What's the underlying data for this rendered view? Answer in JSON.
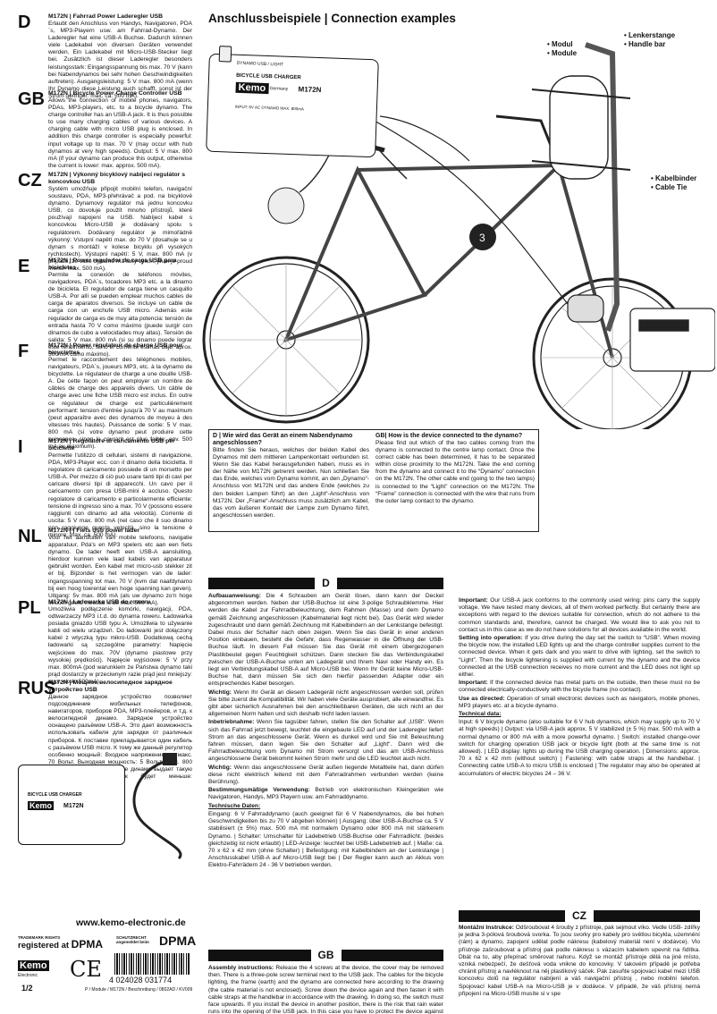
{
  "header": {
    "title": "Anschlussbeispiele | Connection examples"
  },
  "labels": {
    "modul_de": "• Modul",
    "modul_en": "• Module",
    "lenker_de": "• Lenkerstange",
    "lenker_en": "• Handle bar",
    "kabel_de": "• Kabelbinder",
    "kabel_en": "• Cable Tie"
  },
  "device": {
    "top": "DYNAMO USB / LIGHT",
    "name": "BICYCLE USB CHARGER",
    "brand": "Kemo",
    "country": "Germany",
    "model": "M172N",
    "specs": "INPUT: 6V AC DYNAMO   MAX. 800mA"
  },
  "languages": [
    {
      "code": "D",
      "title": "M172N | Fahrrad Power Laderegler USB",
      "body": "Erlaubt den Anschluss von Handys, Navigatoren, PDA´s, MP3-Playern usw. am Fahrrad-Dynamo. Der Laderegler hat eine USB-A Buchse. Dadurch können viele Ladekabel von diversen Geräten verwendet werden. Ein Ladekabel mit Micro-USB-Stecker liegt bei. Zusätzlich ist dieser Laderegler besonders leistungsstark: Eingangsspannung bis max. 70 V (kann bei Nabendynamos bei sehr hohen Geschwindigkeiten auftreten). Ausgangsleistung: 5 V max. 800 mA (wenn Ihr Dynamo diese Leistung auch schafft, sonst ist der Strom geringer: max. ca. 500 mA)."
    },
    {
      "code": "GB",
      "title": "M172N | Bicycle Power Charge Controller USB",
      "body": "Allows the connection of mobile phones, navigators, PDAs, MP3-players, etc. to a bicycle dynamo. The charge controller has an USB-A jack. It is thus possible to use many charging cables of various devices. A charging cable with micro USB plug is enclosed. In addition this charge controller is especially powerful: input voltage up to max. 70 V (may occur with hub dynamos at very high speeds). Output: 5 V max. 800 mA (if your dynamo can produce this output, otherwise the current is lower: max. approx. 500 mA)."
    },
    {
      "code": "CZ",
      "title": "M172N | Výkonný bicyklový nabíjecí regulátor s koncovkou USB",
      "body": "Systém umožňuje připojit mobilní telefon, navigační soustavu, PDA, MP3-přehrávač a pod. na bicyklové dynamo. Dynamový regulátor má jednu koncovku USB, co dovoluje použít mnoho přístrojů, které používají napojení na USB. Nabíjecí kabel s koncovkou Micro-USB je dodávaný spolu s regulátorem. Dodávaný regulátor je mimořádně výkonný: Vstupní napětí max. do 70 V (dosahuje se u dynam s montáží v kolese bicyklu při vysokých rychlostech). Výstupní napětí: 5 V, max. 800 mA (v případě, že vaše dynamo má taký výkon, jinak je proud menší- max. 500 mA)."
    },
    {
      "code": "E",
      "title": "M172N | Power regulador de carga USB para bicicletas",
      "body": "Permite la conexión de teléfonos móviles, navigadores, PDA´s, tocadores MP3 etc. a la dinamo de bicicleta. El regulador de carga tiene un casquillo USB-A. Por allí se pueden emplear muchos cables de carga de aparatos diversos. Se incluye un cable de carga con un enchufe USB micro. Además este regulador de carga es de muy alta potencia: tensión de entrada hasta 70 V como máximo (puede surgir con dinamos de cubo a velocidades muy altas). Tensión de salida: 5 V max. 800 mA (si su dinamo puede lograr este rendimiento, si no el corriente es más bajo: aprox. 500 mA como máximo)."
    },
    {
      "code": "F",
      "title": "M172N | Power régulateur de charge USB pour bicyclettes",
      "body": "Permet le raccordement des téléphones mobiles, navigateurs, PDA´s, joueurs MP3, etc. à la dynamo de bicyclette. Le régulateur de charge a une douille USB-A. De cette façon on peut employer un nombre de câbles de charge des appareils divers. Un câble de charge avec une fiche USB micro est inclus. En outre ce régulateur de charge est particulièrement performant: tension d'entrée jusqu'à 70 V au maximum (peut apparaître avec des dynamos de moyeu à des vitesses très hautes). Puissance de sortie: 5 V max. 800 mA (si votre dynamo peut produire cette puissance, sinon le courant est plus faible: env. 500 mA au maximum)."
    },
    {
      "code": "I",
      "title": "M172N | Regolatore di caricamento USB per biciclette",
      "body": "Permette l'utilizzo di cellulari, sistemi di navigazione, PDA, MP3-Player ecc. con il dinamo della bicicletta. Il regolatore di caricamento possiede di un morsetto per USB-A. Per mezzo di ciò può usare tanti tipi di cavi per caricare diversi tipi di apparecchi. Un cavo per il caricamento con presa USB-mini è accluso. Questo regolatore di caricamento e particolarmente efficiente: tensione di ingresso sino a max. 70 V (possono essere raggiunti con dinamo ad alta velocità). Corrente di uscita: 5 V max. 800 mA (nel caso che il suo dinamo non raggiunge questa velocità, sino la tensione è minore: max. ca. 500 mA)."
    },
    {
      "code": "NL",
      "title": "M172N | | Fiets Usb power lader",
      "body": "Voor het aansluiten van mobile telefoons, navigatie apparatuur, Pda's en MP3 spelers etc aan een fiets dynamo. De lader heeft een USB-A aansluiting, hierdoor kunnen vele laad kabels van apparatuur gebruikt worden. Een kabel met micro-usb stekker zit er bij. Bijzonder is het vermogen van de lader: ingangsspanning tot max. 70 V (kvm dat naafdynamo bij een hoog toerental een hoge spanning kan geven). Uitgang: 5v max. 800 mA (als uw dynamo zo'n hoge stroom geeft, meestal is dit max. 500 mA)."
    },
    {
      "code": "PL",
      "title": "M172N | Ładowarka USB do roweru",
      "body": "Umożliwia podłączenie komórki, nawigacji, PDA, odtwarzaczy MP3 i.t.d. do dynama roweru. Ładowarka posiada gniazdo USB typu A. Umożliwia to używanie kabli od wielu urządzeń. Do ładowarki jest dołączony kabel z wtyczką typu mikro-USB. Dodatkową cechą ładowarki są szczególne parametry: Napięcie wejściowe do max. 70V (dynamo piastowe przy wysokiej prędkości). Napięcie wyjściowe: 5 V przy max. 800mA (pod warunkiem że Państwa dynamo taki prąd dostarczy w przeciwnym razie prąd jest mniejszy: max. około 500mA)."
    },
    {
      "code": "RUS",
      "title": "M172N | Мощное велосипедное зарядное устройство USB",
      "body": "Данное зарядное устройство позволяет подсоединение мобильных телефонов, навигаторов, приборов PDA, MP3-плейеров, и т.д. к велосипедной динамо. Зарядное устройство оснащено разъёмом USB-A. Это дает возможность использовать кабеля для зарядки от различных приборов. К поставке прикладывается один кабель с разъёмом USB micro. К тому же данный регулятор особенно мощный: Входное напряжение до макс. 70 Вольт. Выходная мощность: 5 Вольт макс. 800 мА (при условии если ваше динамо выдает такую мощность, иначе ток будет меньше: приблизительно 500 мА)."
    }
  ],
  "question_box": {
    "de_title": "D | Wie wird das Gerät an einem Nabendynamo angeschlossen?",
    "de_body": "Bitte finden Sie heraus, welches der beiden Kabel des Dynamos mit dem mittleren Lampenkontakt verbunden ist. Wenn Sie das Kabel herausgefunden haben, muss es in der Nähe von M172N getrennt werden. Nun schließen Sie das Ende, welches vom Dynamo kommt, an den „Dynamo“-Anschluss von M172N und das andere Ende (welches zu den beiden Lampen führt) an den „Light“-Anschluss von M172N. Der „Frame“-Anschluss muss zusätzlich am Kabel, das vom äußeren Kontakt der Lampe zum Dynamo führt, angeschlossen werden.",
    "gb_title": "GB| How is the device connected to the dynamo?",
    "gb_body": "Please find out which of the two cables coming from the dynamo is connected to the centre lamp contact. Once the correct cable has been determined, it has to be separated within close proximity to the M172N. Take the end coming from the dynamo and connect it to the “Dynamo” connection on the M172N. The other cable end (going to the two lamps) is connected to the “Light” connection on the M172N. The “Frame” connection is connected with the wire that runs from the outer lamp contact to the dynamo."
  },
  "section_d": {
    "heading": "D",
    "paragraphs": [
      [
        "Aufbauanweisung:",
        " Die 4 Schrauben am Gerät lösen, dann kann der Deckel abgenommen werden. Neben der USB-Buchse ist eine 3-polige Schraubklemme. Hier werden die Kabel zur Fahrradbeleuchtung, dem Rahmen (Masse) und dem Dynamo gemäß Zeichnung angeschlossen (Kabelmaterial liegt nicht bei). Das Gerät wird wieder zugeschraubt und dann gemäß Zeichnung mit Kabelbindern an der Lenkstange befestigt. Dabei muss der Schalter nach oben zeigen. Wenn Sie das Gerät in einer anderen Position einbauen, besteht die Gefahr, dass Regenwasser in die Öffnung der USB-Buchse läuft. In diesem Fall müssen Sie das Gerät mit einem übergezogenen Plastikbeutel gegen Feuchtigkeit schützen. Dann stecken Sie das Verbindungskabel zwischen der USB-A-Buchse unten am Ladegerät und Ihrem Navi oder Handy ein. Es liegt ein Verbindungskabel USB-A auf Micro-USB bei. Wenn Ihr Gerät keine Micro-USB-Buchse hat, dann müssen Sie sich den hierfür passenden Adapter oder ein entsprechendes Kabel besorgen."
      ],
      [
        "Wichtig:",
        " Wenn Ihr Gerät an diesem Ladegerät nicht angeschlossen werden soll, prüfen Sie bitte zuerst die Kompatibilität. Wir haben viele Geräte ausprobiert, alle einwandfrei. Es gibt aber sicherlich Ausnahmen bei den anschließbaren Geräten, die sich nicht an der allgemeinen Norm halten und sich deshalb nicht laden lassen."
      ],
      [
        "Inbetriebnahme:",
        " Wenn Sie tagsüber fahren, stellen Sie den Schalter auf „USB“. Wenn sich das Fahrrad jetzt bewegt, leuchtet die eingebaute LED auf und der Laderegler liefert Strom an das angeschlossene Gerät. Wenn es dunkel wird und Sie mit Beleuchtung fahren müssen, dann legen Sie den Schalter auf „Light“. Dann wird die Fahrradbeleuchtung vom Dynamo mit Strom versorgt und das am USB-Anschluss angeschlossene Gerät bekommt keinen Strom mehr und die LED leuchtet auch nicht."
      ],
      [
        "Wichtig:",
        " Wenn das angeschlossene Gerät außen liegende Metallteile hat, dann dürfen diese nicht elektrisch leitend mit dem Fahrradrahmen verbunden werden (keine Berührung)."
      ],
      [
        "Bestimmungsmäßige Verwendung:",
        " Betrieb von elektronischen Kleingeräten wie Navigatoren, Handys, MP3 Playern usw. am Fahrraddynamo."
      ]
    ],
    "tech_title": "Technische Daten:",
    "tech_body": "Eingang: 6 V Fahrraddynamo (auch geeignet für 6 V Nabendynamos, die bei hohen Geschwindigkeiten bis zu 70 V abgeben können) | Ausgang: über USB-A-Buchse ca. 5 V stabilisiert (± 5%) max. 500 mA mit normalem Dynamo oder 800 mA mit stärkerem Dynamo. | Schalter: Umschalter für Ladebetrieb USB-Buchse oder Fahrradlicht. (beides gleichzeitig ist nicht erlaubt) | LED-Anzeige: leuchtet bei USB-Ladebetrieb auf. | Maße: ca. 70 x 62 x 42 mm (ohne Schalter) | Befestigung: mit Kabelbindern an der Lenkstange | Anschlusskabel USB-A auf Micro-USB liegt bei | Der Regler kann auch an Akkus von Elektro-Fahrrädern 24 - 36 V betrieben werden."
  },
  "section_gb": {
    "heading": "GB",
    "paragraphs": [
      [
        "Assembly instructions:",
        " Release the 4 screws at the device, the cover may be removed then. There is a three-pole screw terminal next to the USB jack. The cables for the bicycle lighting, the frame (earth) and the dynamo are connected here according to the drawing (the cable material is not enclosed). Screw down the device again and then fasten it with cable straps at the handlebar in accordance with the drawing. In doing so, the switch must face upwards. If you install the device in another position, there is the risk that rain water runs into the opening of the USB jack. In this case you have to protect the device against humidity by covering it with a plastic bag. Then put the connecting cable between the USB-A jack at the bottom of the charging device and your navigator or mobile phone. A connecting cable for USB-A to micro USB is enclosed. If your device has no micro USB jack, then you have to buy a corresponding cable or adapter in a specialist shop. Commercial cables with USB-A on one side and many other plugs on the other side are available."
      ],
      [
        "Important:",
        " Our USB-A jack conforms to the commonly used wiring: pins carry the supply voltage. We have tested many devices, all of them worked perfectly. But certainly there are exceptions with regard to the devices suitable for connection, which do not adhere to the common standards and, therefore, cannot be charged. We would like to ask you not to contact us in this case as we do not have solutions for all devices available in the world."
      ],
      [
        "Setting into operation:",
        " If you drive during the day set the switch to “USB”. When moving the bicycle now, the installed LED lights up and the charge controller supplies current to the connected device. When it gets dark and you want to drive with lighting, set the switch to “Light”. Then the bicycle lightening is supplied with current by the dynamo and the device connected at the USB connection receives no more current and the LED does not light up either."
      ],
      [
        "Important:",
        " If the connected device has metal parts on the outside, then these must no be connected electrically-conductively with the bicycle frame (no contact)."
      ],
      [
        "Use as directed:",
        " Operation of small electronic devices such as navigators, mobile phones, MP3 players etc. at a bicycle dynamo."
      ]
    ],
    "tech_title": "Technical data:",
    "tech_body": "Input: 6 V bicycle dynamo (also suitable for 6 V hub dynamos, which may supply up to 70 V at high speeds) | Output: via USB-A jack approx. 5 V stabilized (± 5 %) max. 500 mA with a normal dynamo or 800 mA with a more powerful dynamo. | Switch: installed change-over switch for charging operation USB jack or bicycle light (both at the same time is not allowed). | LED display: lights up during the USB charging operation. | Dimensions: approx. 70 x 62 x 42 mm (without switch) | Fastening: with cable straps at the handlebar. | Connecting cable USB-A to micro USB is enclosed | The regulator may also be operated at accumulators of electric bicycles 24 – 36 V."
  },
  "section_cz": {
    "heading": "CZ",
    "paragraphs": [
      [
        "Montážní Instrukce:",
        " Odšroubovat 4 šrouby z přístroje, pak sejmout víko. Vedle USB- zdířky je jedna 3-pólová šroubová svorka. To jsou svorky pro kabely pro světlou bicykla, uzemnění (rám) a dynamo, zapojení udělat podle nákresu (kabelový materiál není v dodávce). Vlo přístroje zašroubovat a přístroj pak podle nákresu s vázacím kabelem upevnit na řidítka. Dbát na to, aby přepínač směrovat nahoru. Když se montáž přístroje dělá na jiné místo, vzniká nebezpečí, že dešťová voda vnikne do koncovky. V takovém případě je potřeba chránit přístroj a navléknout na něj plastikový sáček. Pak zasuňte spojovací kabel mezi USB koncovku dolů na regulátor nabíjení a váš navigační přístroj , nebo mobilní telefon. Spojovací kabel USB-A na Micro-USB je v dodávce. V případě, že váš přístroj nemá připojení na Micro-USB musíte si v spe"
      ]
    ]
  },
  "footer": {
    "website": "www.kemo-electronic.de",
    "tm_small": "TRADEMARK RIGHTS",
    "tm_big": "registered at",
    "tm_dpma": "DPMA",
    "sz_small": "SCHUTZRECHT",
    "sz_mid": "angemeldet beim",
    "sz_dpma": "DPMA",
    "brand": "Kemo",
    "brand_sub": "Electronic",
    "page": "1/2",
    "barcode": "4 024028 031774",
    "docref": "P / Module / M172N / Beschreibung / 0802AD / KV009",
    "ce": "CE"
  }
}
